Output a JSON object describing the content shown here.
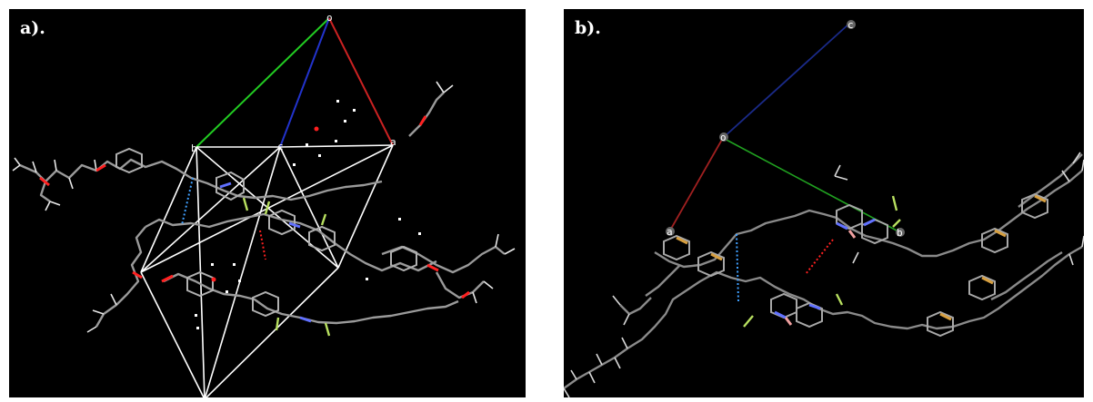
{
  "panels": [
    {
      "label": "a).",
      "axis_labels": {
        "origin": "o",
        "a": "a",
        "b": "b",
        "c": "c"
      }
    },
    {
      "label": "b).",
      "axis_labels": {
        "origin": "o",
        "a": "a",
        "b": "b",
        "c": "c"
      }
    }
  ],
  "colors": {
    "background": "#000000",
    "axis_a": "#cc2222",
    "axis_b": "#22cc22",
    "axis_c": "#2233cc",
    "unit_cell": "#ffffff",
    "carbon": "#9a9a9a",
    "hydrogen": "#e8e8e8",
    "oxygen": "#ff2020",
    "nitrogen": "#6070ff",
    "sulfur": "#d8a040",
    "fluorine": "#b8e060",
    "boron": "#f0a0a0",
    "interaction_red": "#ff2020",
    "interaction_blue": "#40a0ff"
  }
}
